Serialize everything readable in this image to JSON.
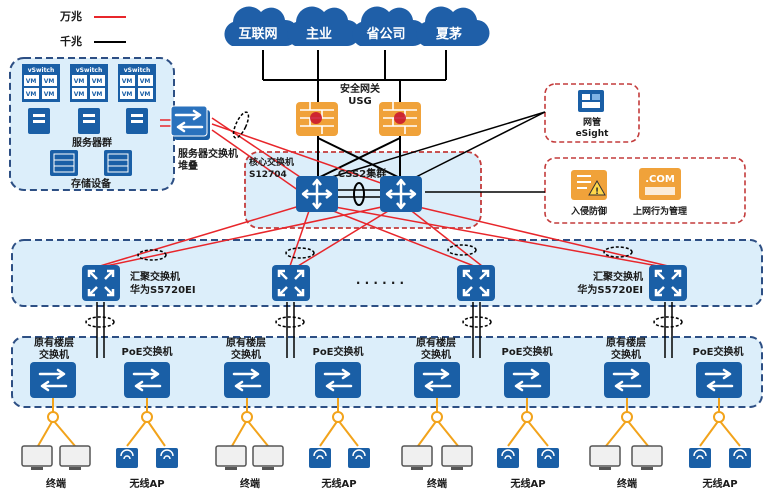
{
  "legend": {
    "items": [
      {
        "label": "万兆",
        "color": "#e8262b"
      },
      {
        "label": "千兆",
        "color": "#000000"
      }
    ]
  },
  "clouds": [
    "互联网",
    "主业",
    "省公司",
    "夏茅"
  ],
  "security_gateway": {
    "line1": "安全网关",
    "line2": "USG"
  },
  "server_area": {
    "vswitch_label": "vSwitch",
    "vm_label": "VM",
    "server_cluster_label": "服务器群",
    "storage_label": "存储设备"
  },
  "server_switch": {
    "line1": "服务器交换机",
    "line2": "堆叠"
  },
  "core": {
    "line1": "核心交换机",
    "line2": "S12704",
    "cluster_label": "CSS2集群"
  },
  "management": {
    "line1": "网管",
    "line2": "eSight"
  },
  "security_services": {
    "ids_label": "入侵防御",
    "behavior_label": "上网行为管理",
    "com_text": ".COM"
  },
  "aggregation": {
    "left_label_line1": "汇聚交换机",
    "left_label_line2": "华为S5720EI",
    "right_label_line1": "汇聚交换机",
    "right_label_line2": "华为S5720EI",
    "ellipsis": "· · · · · ·"
  },
  "access": {
    "floor_switch_line1": "原有楼层",
    "floor_switch_line2": "交换机",
    "poe_label": "PoE交换机",
    "terminal_label": "终端",
    "ap_label": "无线AP"
  },
  "colors": {
    "red_link": "#e8262b",
    "black_link": "#000000",
    "device_blue": "#1a5fa6",
    "firewall_orange": "#f0a23a",
    "cloud_blue": "#1f5fa8",
    "region_fill": "#dceefa",
    "region_border": "#2d4f84",
    "ring_gold": "#f2a31b"
  }
}
